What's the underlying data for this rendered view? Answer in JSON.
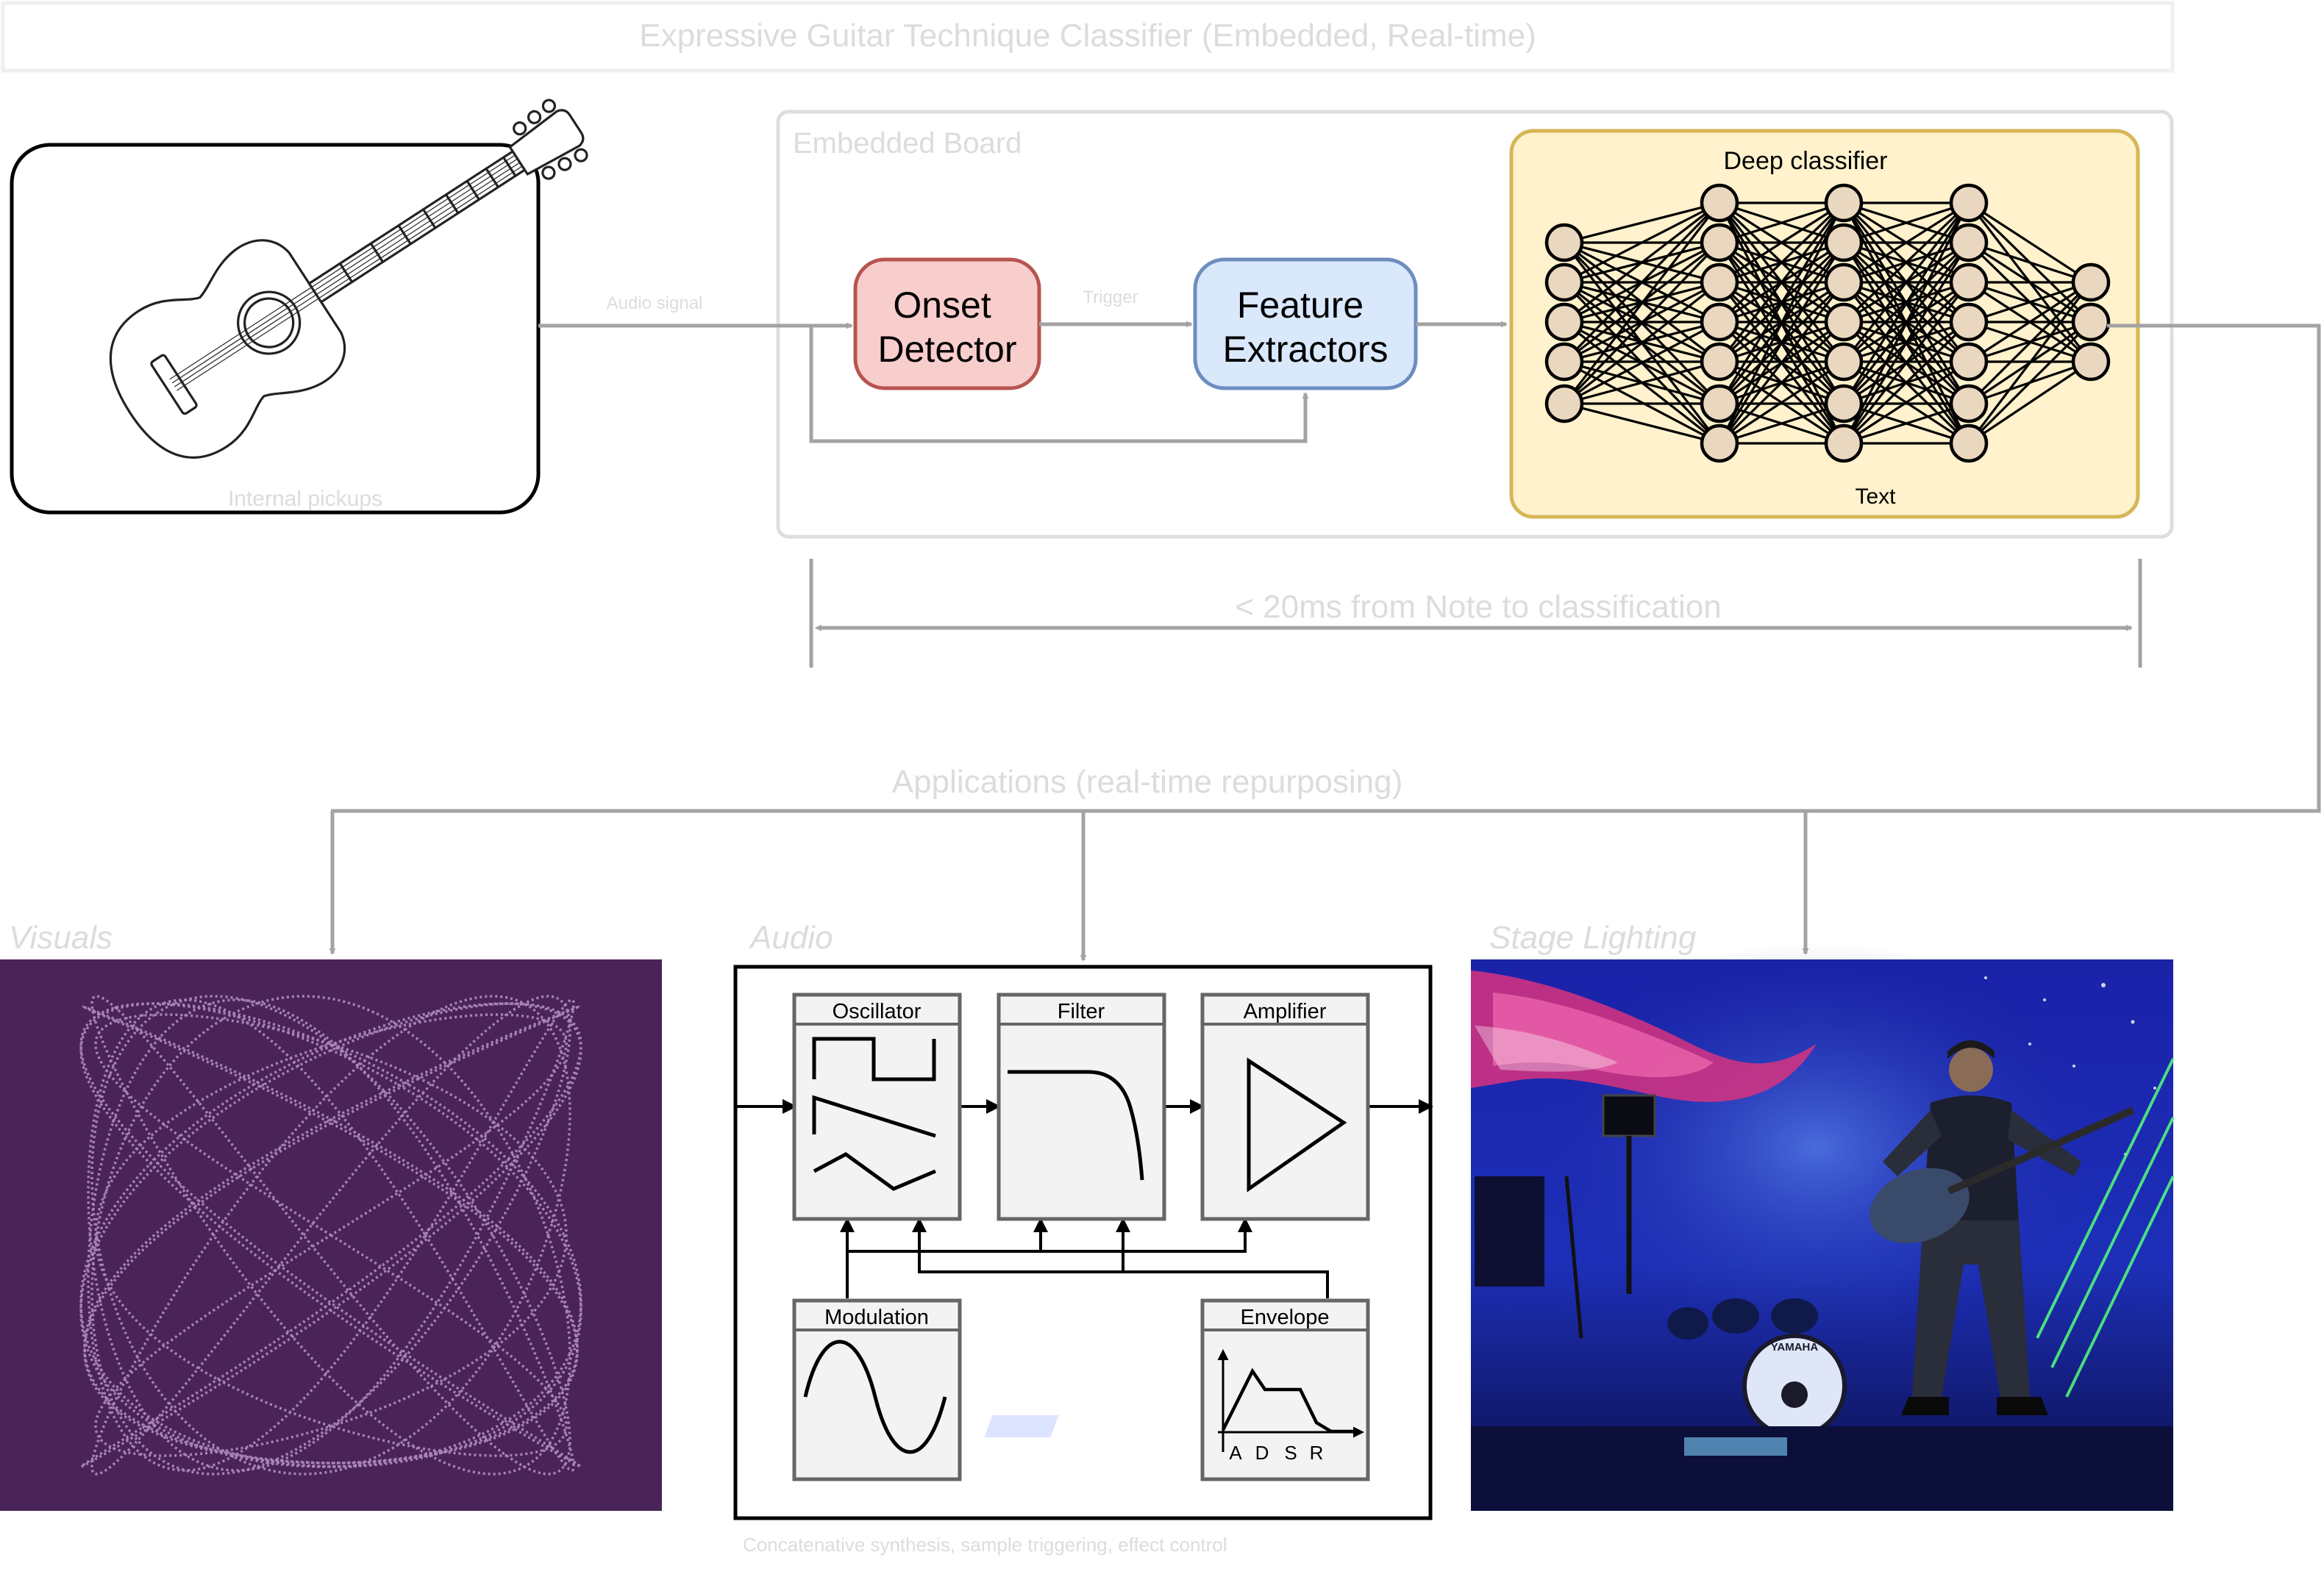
{
  "title": "Expressive Guitar Technique Classifier (Embedded, Real-time)",
  "guitar": {
    "label": "Internal pickups",
    "icon": "acoustic-guitar-icon"
  },
  "signal_label": "Audio signal",
  "board": {
    "label": "Embedded Board",
    "onset": "Onset\nDetector",
    "trigger_label": "Trigger",
    "features": "Feature\nExtractors",
    "classifier": {
      "title": "Deep classifier",
      "caption": "Text"
    }
  },
  "latency": "< 20ms from Note to classification",
  "applications_label": "Applications (real-time repurposing)",
  "panels": {
    "visuals": {
      "label": "Visuals"
    },
    "audio": {
      "label": "Audio",
      "caption": "Concatenative synthesis, sample triggering, effect control",
      "modules": {
        "oscillator": "Oscillator",
        "filter": "Filter",
        "amplifier": "Amplifier",
        "modulation": "Modulation",
        "envelope": "Envelope"
      },
      "adsr": [
        "A",
        "D",
        "S",
        "R"
      ]
    },
    "lighting": {
      "label": "Stage Lighting",
      "drum_brand": "YAMAHA"
    }
  },
  "colors": {
    "onset_fill": "#f8cecc",
    "onset_stroke": "#b85450",
    "feature_fill": "#dae8fc",
    "feature_stroke": "#6c8ebf",
    "classifier_fill": "#fff2cc",
    "classifier_stroke": "#d6b656",
    "node_fill": "#ead7bf",
    "visuals_bg": "#4a2458",
    "connector": "#a3a3a3",
    "faint_text": "#dcdcdc"
  }
}
